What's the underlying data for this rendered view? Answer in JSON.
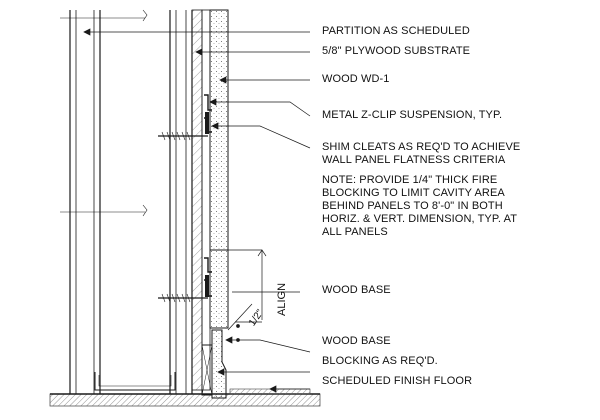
{
  "labels": {
    "partition": "PARTITION AS SCHEDULED",
    "plywood": "5/8\" PLYWOOD SUBSTRATE",
    "wood_wd1": "WOOD WD-1",
    "zclip": "METAL Z-CLIP SUSPENSION, TYP.",
    "shim": "SHIM CLEATS AS REQ'D TO ACHIEVE\nWALL PANEL FLATNESS CRITERIA",
    "note": "NOTE: PROVIDE 1/4\" THICK FIRE\nBLOCKING TO LIMIT CAVITY AREA\nBEHIND PANELS TO 8'-0\" IN BOTH\nHORIZ. & VERT. DIMENSION, TYP. AT\nALL PANELS",
    "wood_base_1": "WOOD BASE",
    "wood_base_2": "WOOD BASE",
    "blocking": "BLOCKING AS REQ'D.",
    "floor": "SCHEDULED FINISH FLOOR",
    "align": "ALIGN",
    "dim_half_inch": "1/2\""
  },
  "colors": {
    "line": "#1a1a1a",
    "hatch": "#555555",
    "floor": "#8a8a8a"
  }
}
